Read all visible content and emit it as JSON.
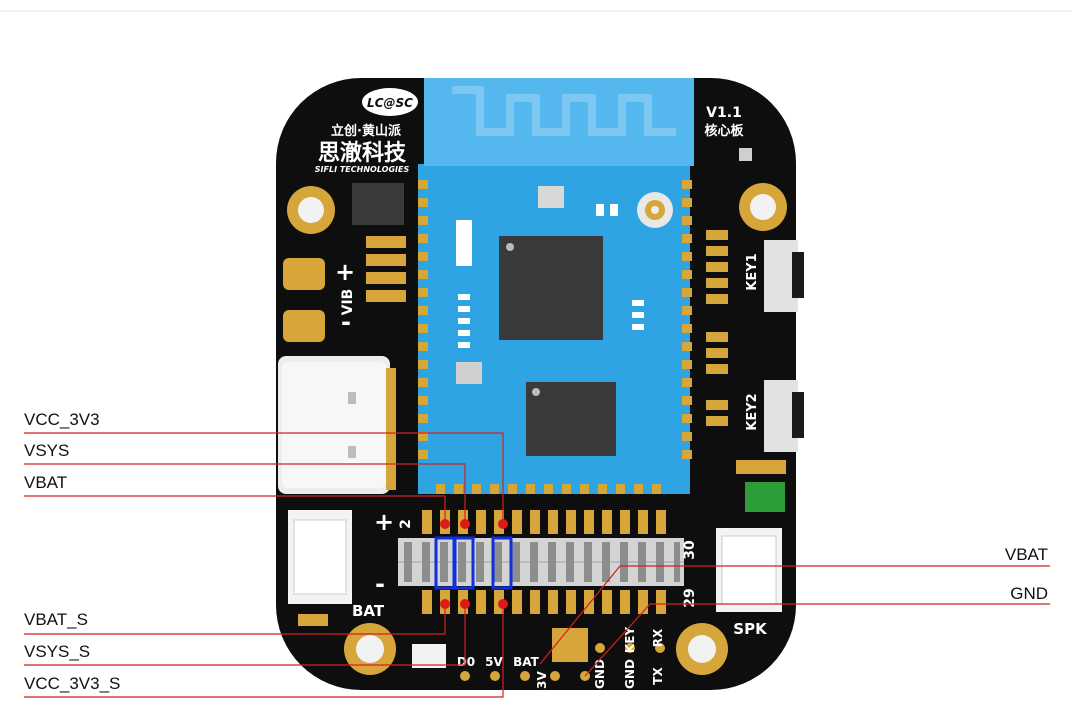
{
  "board": {
    "brand_line1": "LC@SC",
    "brand_line2": "立创·黄山派",
    "brand_line3": "思澈科技",
    "brand_line4": "SIFLI TECHNOLOGIES",
    "version": "V1.1",
    "version_sub": "核心板",
    "vib_label": "VIB",
    "plus": "+",
    "minus": "-",
    "key1": "KEY1",
    "key2": "KEY2",
    "bat_label": "BAT",
    "spk_label": "SPK",
    "header_num_left": "2",
    "header_num_right_top": "30",
    "header_num_right_bottom": "29",
    "pad_labels": [
      "D0",
      "5V",
      "BAT",
      "3V",
      "GND",
      "GND",
      "KEY",
      "RX",
      "TX"
    ]
  },
  "callouts_left": [
    "VCC_3V3",
    "VSYS",
    "VBAT",
    "VBAT_S",
    "VSYS_S",
    "VCC_3V3_S"
  ],
  "callouts_right": [
    "VBAT",
    "GND"
  ],
  "colors": {
    "pcb": "#0e0e0e",
    "gold": "#d6a63a",
    "module_blue": "#2ea4e2",
    "antenna": "#54b8ee",
    "callout_line": "#d42020",
    "jumper_box": "#1030e0"
  }
}
